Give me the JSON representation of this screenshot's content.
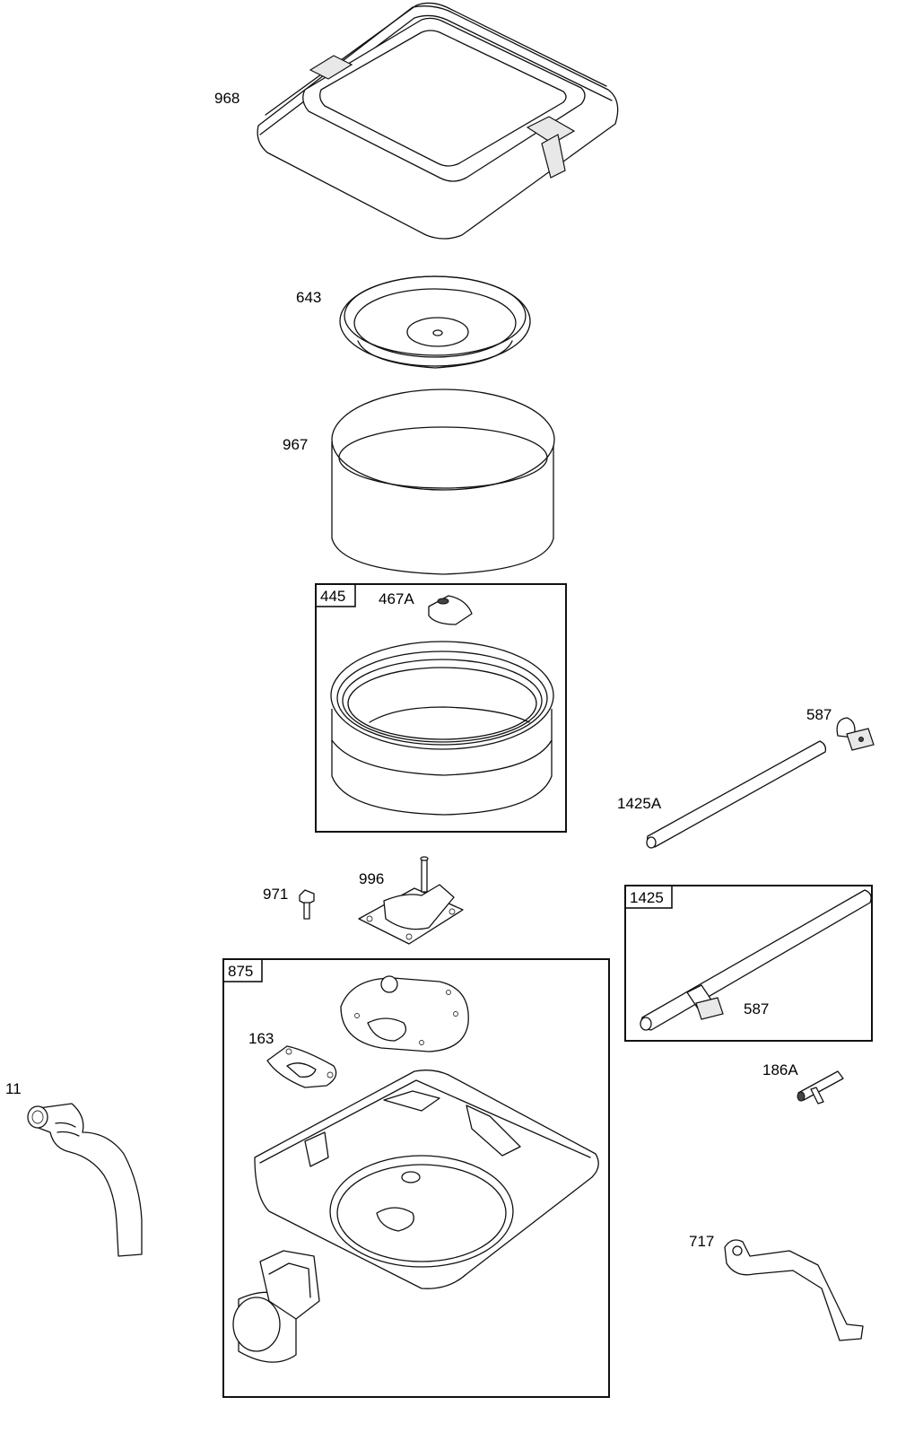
{
  "parts": [
    {
      "id": "968",
      "label": "968"
    },
    {
      "id": "643",
      "label": "643"
    },
    {
      "id": "967",
      "label": "967"
    },
    {
      "id": "445",
      "label": "445"
    },
    {
      "id": "467A",
      "label": "467A"
    },
    {
      "id": "587a",
      "label": "587"
    },
    {
      "id": "1425A",
      "label": "1425A"
    },
    {
      "id": "971",
      "label": "971"
    },
    {
      "id": "996",
      "label": "996"
    },
    {
      "id": "1425",
      "label": "1425"
    },
    {
      "id": "587b",
      "label": "587"
    },
    {
      "id": "875",
      "label": "875"
    },
    {
      "id": "163",
      "label": "163"
    },
    {
      "id": "11",
      "label": "11"
    },
    {
      "id": "186A",
      "label": "186A"
    },
    {
      "id": "717",
      "label": "717"
    }
  ],
  "colors": {
    "line": "#111111",
    "background": "#ffffff"
  }
}
